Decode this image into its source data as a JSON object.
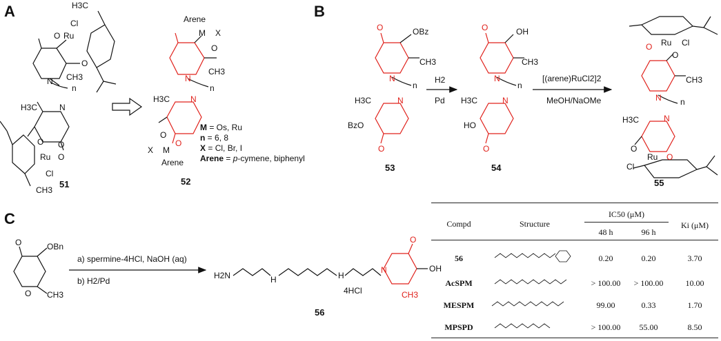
{
  "panels": {
    "a": "A",
    "b": "B",
    "c": "C"
  },
  "panel_a": {
    "cpd51": "51",
    "cpd52": "52",
    "atoms": {
      "ru": "Ru",
      "cl": "Cl",
      "ch3": "CH3",
      "h3c": "H3C",
      "n": "N",
      "o": "O",
      "subscript_n": "n",
      "arene": "Arene",
      "m": "M",
      "x": "X"
    },
    "legend": [
      {
        "key": "M",
        "val": " = Os, Ru"
      },
      {
        "key": "n",
        "val": " = 6, 8"
      },
      {
        "key": "X",
        "val": " = Cl, Br, I"
      },
      {
        "key": "Arene",
        "val": " = ",
        "italic": "p",
        "rest": "-cymene, biphenyl"
      }
    ]
  },
  "panel_b": {
    "cpd53": "53",
    "cpd54": "54",
    "cpd55": "55",
    "step1_top": "H2",
    "step1_bottom": "Pd",
    "step2_top": "[(arene)RuCl2]2",
    "step2_bottom": "MeOH/NaOMe",
    "labels": {
      "obz": "OBz",
      "bzo": "BzO",
      "oh": "OH",
      "ho": "HO"
    }
  },
  "panel_c": {
    "step_a": "a) spermine-4HCl, NaOH (aq)",
    "step_b": "b) H2/Pd",
    "obn": "OBn",
    "cpd56": "56",
    "salt": "4HCl",
    "h2n": "H2N",
    "h": "H"
  },
  "table": {
    "header": {
      "compd": "Compd",
      "structure": "Structure",
      "ic50": "IC50 (μM)",
      "h48": "48 h",
      "h96": "96 h",
      "ki": "Ki (μM)"
    },
    "rows": [
      {
        "compd": "56",
        "ic48": "0.20",
        "ic96": "0.20",
        "ki": "3.70"
      },
      {
        "compd": "AcSPM",
        "ic48": "> 100.00",
        "ic96": "> 100.00",
        "ki": "10.00"
      },
      {
        "compd": "MESPM",
        "ic48": "99.00",
        "ic96": "0.33",
        "ki": "1.70"
      },
      {
        "compd": "MPSPD",
        "ic48": "> 100.00",
        "ic96": "55.00",
        "ki": "8.50"
      }
    ]
  },
  "colors": {
    "accent_red": "#e0211b",
    "ink": "#111111"
  }
}
